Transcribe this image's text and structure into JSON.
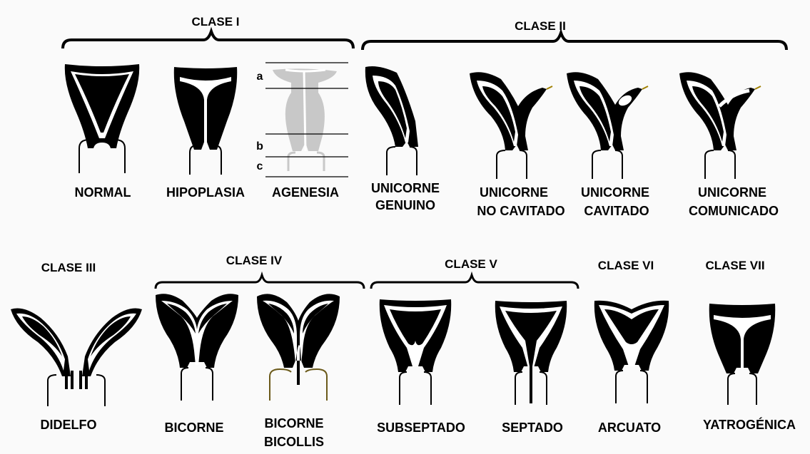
{
  "classes": {
    "c1": "CLASE I",
    "c2": "CLASE II",
    "c3": "CLASE III",
    "c4": "CLASE IV",
    "c5": "CLASE V",
    "c6": "CLASE VI",
    "c7": "CLASE VII"
  },
  "agenesia_levels": [
    "a",
    "b",
    "c"
  ],
  "labels": {
    "normal": "NORMAL",
    "hipoplasia": "HIPOPLASIA",
    "agenesia": "AGENESIA",
    "unicorne_genuino_1": "UNICORNE",
    "unicorne_genuino_2": "GENUINO",
    "unicorne_nocav_1": "UNICORNE",
    "unicorne_nocav_2": "NO CAVITADO",
    "unicorne_cav_1": "UNICORNE",
    "unicorne_cav_2": "CAVITADO",
    "unicorne_com_1": "UNICORNE",
    "unicorne_com_2": "COMUNICADO",
    "didelfo": "DIDELFO",
    "bicorne": "BICORNE",
    "bicorne_bicollis_1": "BICORNE",
    "bicorne_bicollis_2": "BICOLLIS",
    "subseptado": "SUBSEPTADO",
    "septado": "SEPTADO",
    "arcuato": "ARCUATO",
    "yatrogenica": "YATROGÉNICA"
  }
}
